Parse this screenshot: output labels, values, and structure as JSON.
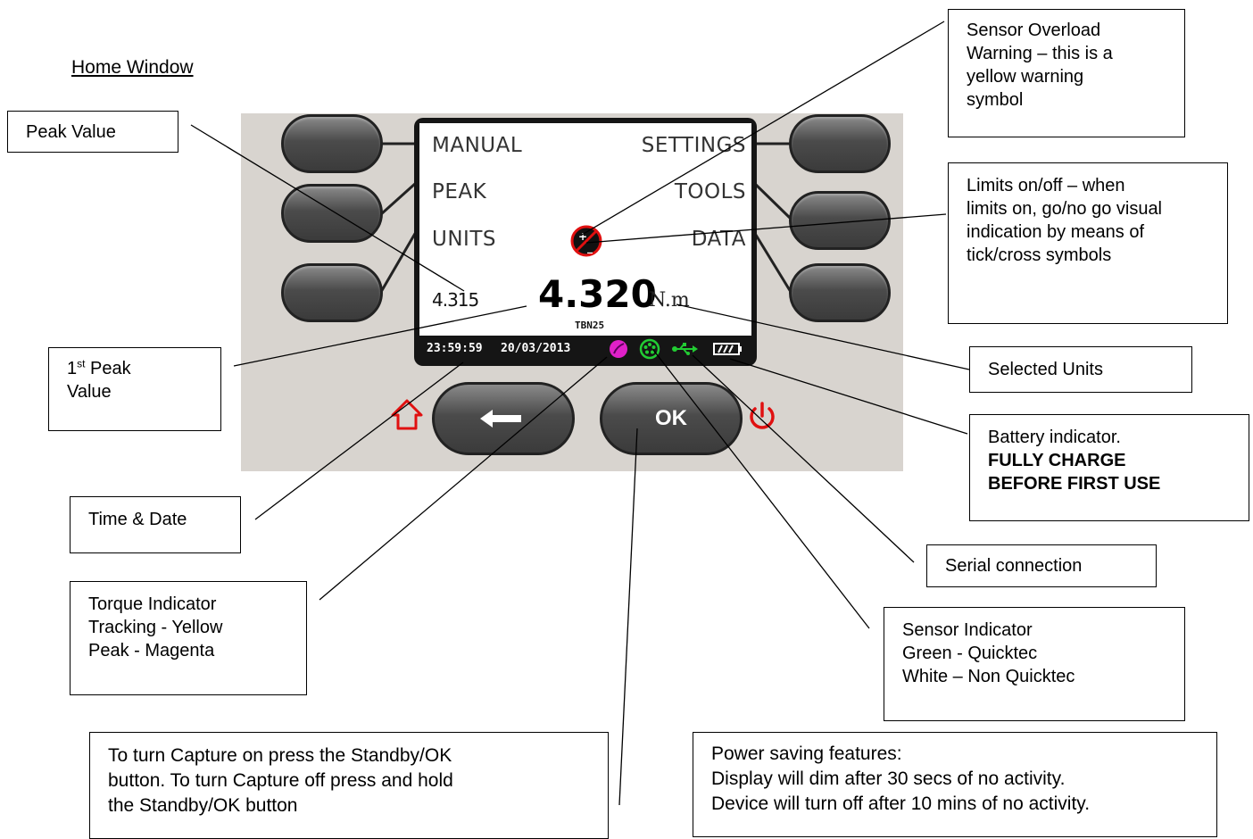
{
  "page_title": "Home Window",
  "device": {
    "menu": {
      "manual": "MANUAL",
      "settings": "SETTINGS",
      "peak": "PEAK",
      "tools": "TOOLS",
      "units": "UNITS",
      "data": "DATA"
    },
    "first_peak_value": "4.315",
    "main_value": "4.320",
    "unit": "N.m",
    "sensor_model": "TBN25",
    "status_time": "23:59:59",
    "status_date": "20/03/2013",
    "ok_label": "OK",
    "icons": {
      "overload": "limits-icon",
      "torque": "torque-indicator-icon",
      "sensor": "sensor-indicator-icon",
      "serial": "usb-icon",
      "battery": "battery-icon",
      "home": "home-icon",
      "back": "back-arrow-icon",
      "power": "power-icon"
    },
    "colors": {
      "torque_indicator": "#e020c8",
      "sensor_indicator": "#22cc33",
      "serial": "#22cc33",
      "overload": "#e01010",
      "home": "#e01010",
      "power": "#e01010"
    }
  },
  "callouts": {
    "peak_value": [
      "Peak Value"
    ],
    "first_peak": [
      "1",
      "st",
      " Peak",
      "Value"
    ],
    "time_date": [
      "Time & Date"
    ],
    "torque_indicator": [
      "Torque Indicator",
      "Tracking - Yellow",
      "Peak - Magenta"
    ],
    "capture": [
      "To turn Capture on press the Standby/OK",
      "button. To turn Capture off press and hold",
      "the Standby/OK button"
    ],
    "sensor_overload": [
      "Sensor Overload",
      "Warning – this is a",
      "yellow warning",
      "symbol"
    ],
    "limits": [
      "Limits on/off – when",
      "limits on, go/no go visual",
      "indication by means of",
      "tick/cross symbols"
    ],
    "selected_units": [
      "Selected Units"
    ],
    "battery": [
      "Battery indicator.",
      "FULLY CHARGE",
      "BEFORE FIRST USE"
    ],
    "serial": [
      "Serial connection"
    ],
    "sensor_indicator": [
      "Sensor Indicator",
      "Green - Quicktec",
      "White – Non Quicktec"
    ],
    "power_saving": [
      "Power saving features:",
      "Display will dim after 30 secs of no activity.",
      "Device will turn off after 10 mins of no activity."
    ]
  }
}
